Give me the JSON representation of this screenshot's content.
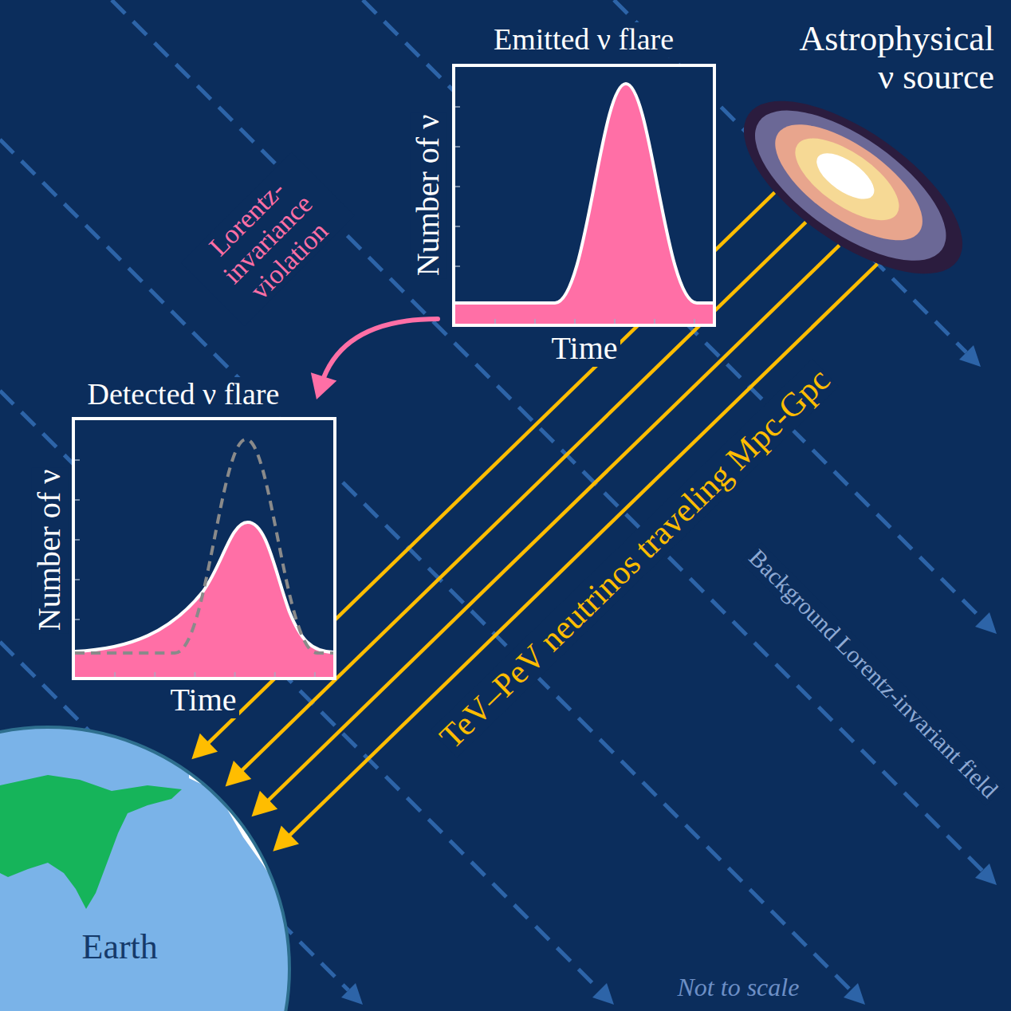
{
  "diagram": {
    "nodes": [
      {
        "text": [
          "Emitted ν flare",
          "Number of ν",
          "Time"
        ]
      },
      {
        "text": [
          "Astrophysical ν source"
        ]
      },
      {
        "text": [
          "Detected ν flare",
          "Number of ν",
          "Time"
        ]
      },
      {
        "text": [
          "Earth"
        ]
      }
    ],
    "edges": [
      {
        "from": 0,
        "to": 2,
        "arrow": "to",
        "label": "Lorentz-invariance violation"
      },
      {
        "from": 1,
        "to": 3,
        "arrow": "to"
      },
      {
        "from": 1,
        "to": 3,
        "arrow": "to"
      },
      {
        "from": 1,
        "to": 3,
        "arrow": "to"
      },
      {
        "from": 1,
        "to": 3,
        "arrow": "to",
        "label": "TeV–PeV neutrinos traveling Mpc-Gpc"
      }
    ],
    "labels": [
      "Background Lorentz-invariant field",
      "Not to scale"
    ]
  }
}
